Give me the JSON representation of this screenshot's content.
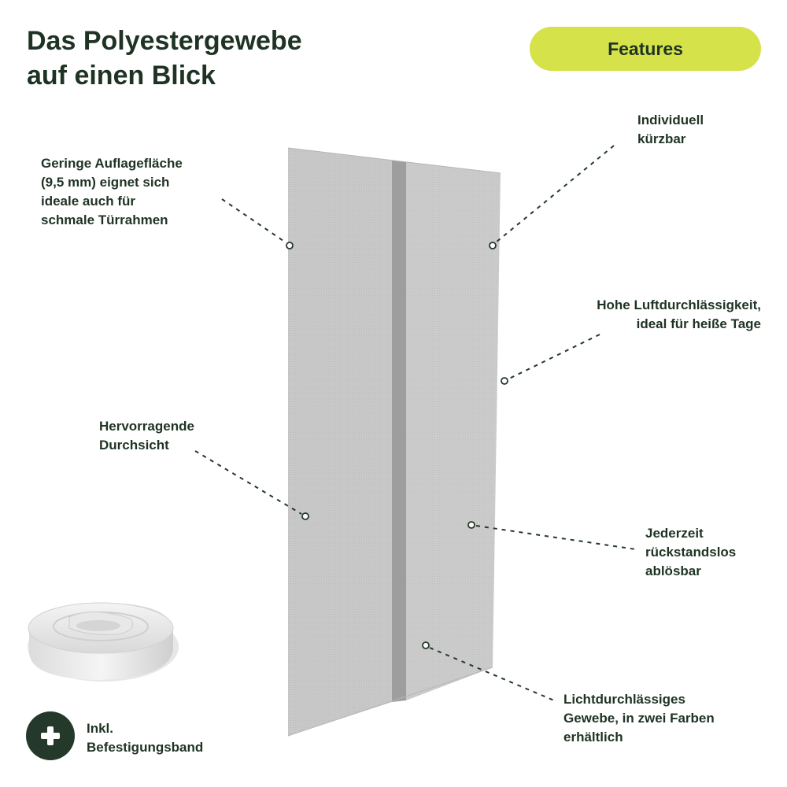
{
  "title": {
    "line1": "Das Polyestergewebe",
    "line2": "auf einen Blick"
  },
  "badge": {
    "label": "Features"
  },
  "features": {
    "auflage": {
      "lines": [
        "Geringe Auflagefläche",
        "(9,5 mm) eignet sich",
        "ideale auch für",
        "schmale Türrahmen"
      ]
    },
    "kuerzbar": {
      "lines": [
        "Individuell",
        "kürzbar"
      ]
    },
    "luft": {
      "lines": [
        "Hohe Luftdurchlässigkeit,",
        "ideal für heiße Tage"
      ]
    },
    "durchsicht": {
      "lines": [
        "Hervorragende",
        "Durchsicht"
      ]
    },
    "abloesbar": {
      "lines": [
        "Jederzeit",
        "rückstandslos",
        "ablösbar"
      ]
    },
    "licht": {
      "lines": [
        "Lichtdurchlässiges",
        "Gewebe, in zwei Farben",
        "erhältlich"
      ]
    }
  },
  "included": {
    "lines": [
      "Inkl.",
      "Befestigungsband"
    ]
  },
  "colors": {
    "accent": "#d6e24a",
    "dark": "#1f3324",
    "mesh": "#c9c9c9",
    "stripe": "#9e9e9e"
  }
}
